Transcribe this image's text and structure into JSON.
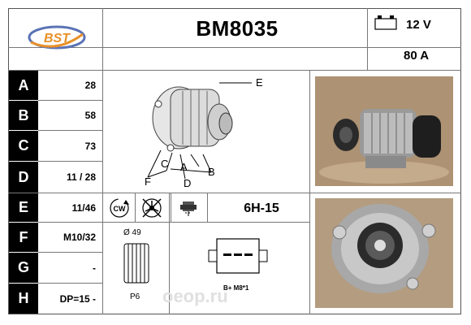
{
  "header": {
    "logo_text": "BST",
    "part_number": "BM8035",
    "voltage": "12 V",
    "amperage": "80 A"
  },
  "rows": [
    {
      "label": "A",
      "value": "28"
    },
    {
      "label": "B",
      "value": "58"
    },
    {
      "label": "C",
      "value": "73"
    },
    {
      "label": "D",
      "value": "11 / 28"
    },
    {
      "label": "E",
      "value": "11/46"
    },
    {
      "label": "F",
      "value": "M10/32"
    },
    {
      "label": "G",
      "value": "-"
    },
    {
      "label": "H",
      "value": "DP=15 -"
    }
  ],
  "diagram": {
    "labels": {
      "a": "A",
      "b": "B",
      "c": "C",
      "d": "D",
      "e": "E",
      "f": "F"
    }
  },
  "icons": {
    "rotation_text": "CW",
    "code": "6H-15"
  },
  "pulley": {
    "diameter": "Ø 49",
    "type": "P6"
  },
  "connector": {
    "label": "B+ M8*1"
  },
  "watermark": "oeoр.ru",
  "colors": {
    "label_bg": "#000000",
    "logo_orange": "#e8912a",
    "logo_blue": "#5a73b5"
  }
}
